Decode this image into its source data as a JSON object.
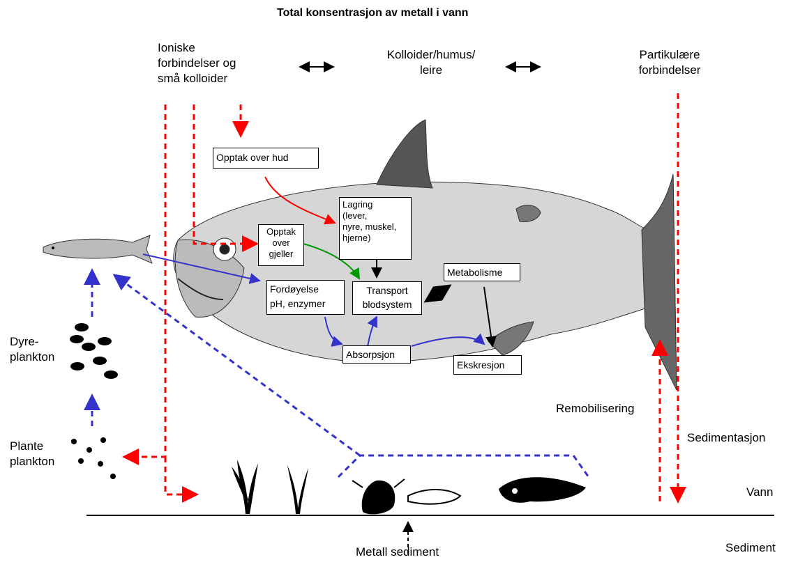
{
  "title": "Total konsentrasjon av metall i vann",
  "top_labels": {
    "ionic_line1": "Ioniske",
    "ionic_line2": "forbindelser og",
    "ionic_line3": "små kolloider",
    "colloid_line1": "Kolloider/humus/",
    "colloid_line2": "leire",
    "particle_line1": "Partikulære",
    "particle_line2": "forbindelser"
  },
  "boxes": {
    "skin_uptake": "Opptak over hud",
    "storage_line1": "Lagring",
    "storage_line2": "(lever,",
    "storage_line3": "nyre, muskel,",
    "storage_line4": "hjerne)",
    "gill_line1": "Opptak",
    "gill_line2": "over",
    "gill_line3": "gjeller",
    "metabolism": "Metabolisme",
    "digestion_line1": "Fordøyelse",
    "digestion_line2": "pH, enzymer",
    "transport_line1": "Transport",
    "transport_line2": "blodsystem",
    "absorption": "Absorpsjon",
    "excretion": "Ekskresjon"
  },
  "left_labels": {
    "zoo_line1": "Dyre-",
    "zoo_line2": "plankton",
    "phyto_line1": "Plante",
    "phyto_line2": "plankton"
  },
  "right_labels": {
    "remobilization": "Remobilisering",
    "sedimentation": "Sedimentasjon",
    "water": "Vann",
    "sediment": "Sediment"
  },
  "bottom_labels": {
    "metal_sediment": "Metall sediment"
  },
  "colors": {
    "red": "#ff0000",
    "blue": "#3333cc",
    "green": "#009900",
    "black": "#000000"
  }
}
